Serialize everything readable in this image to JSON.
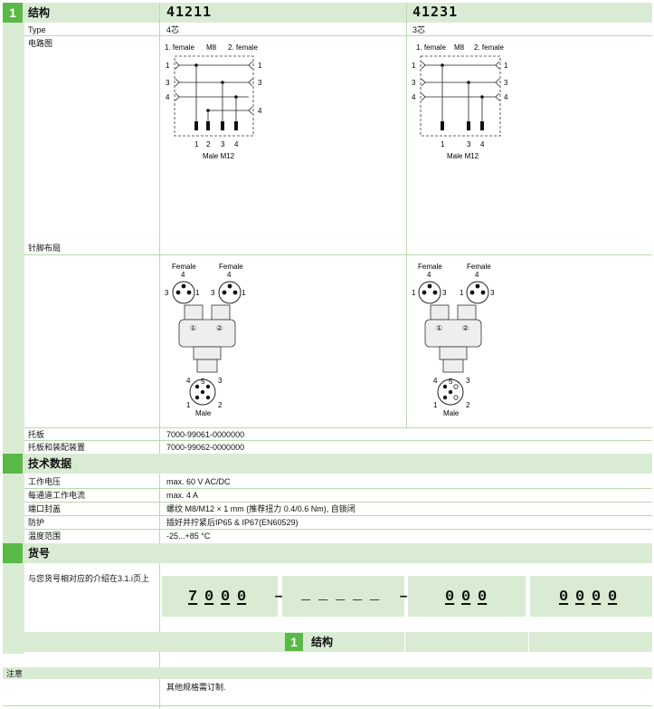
{
  "header": {
    "section_number": "1",
    "section_title": "结构",
    "model_a": "41211",
    "model_b": "41231"
  },
  "rows": {
    "type_label": "Type",
    "type_a": "4芯",
    "type_b": "3芯",
    "circuit_label": "电路图",
    "pin_label": "针脚布局",
    "tray_label": "托板",
    "tray_value": "7000-99061-0000000",
    "tray_assy_label": "托板和装配装置",
    "tray_assy_value": "7000-99062-0000000"
  },
  "circuit_a": {
    "left_head": "1. female",
    "mid_head": "M8",
    "right_head": "2. female",
    "pins_left": [
      "1",
      "3",
      "4"
    ],
    "pins_right": [
      "1",
      "3",
      "4"
    ],
    "pins_bottom": [
      "1",
      "2",
      "3",
      "4"
    ],
    "bottom_label": "Male M12"
  },
  "circuit_b": {
    "left_head": "1. female",
    "mid_head": "M8",
    "right_head": "2. female",
    "pins_left": [
      "1",
      "3",
      "4"
    ],
    "pins_right": [
      "1",
      "3",
      "4"
    ],
    "pins_bottom": [
      "1",
      "3",
      "4"
    ],
    "bottom_label": "Male M12"
  },
  "pinout_a": {
    "female_label": "Female",
    "male_label": "Male",
    "female_pins": [
      "4",
      "3",
      "1"
    ],
    "male_pins": [
      "4",
      "5",
      "3",
      "1",
      "2"
    ],
    "port_marks": [
      "①",
      "②"
    ]
  },
  "pinout_b": {
    "female_label": "Female",
    "male_label": "Male",
    "female_pins": [
      "4",
      "1",
      "3"
    ],
    "male_pins": [
      "4",
      "5",
      "3",
      "1",
      "2"
    ],
    "port_marks": [
      "①",
      "②"
    ]
  },
  "tech": {
    "section_title": "技术数据",
    "rows": [
      {
        "label": "工作电压",
        "value": "max. 60 V AC/DC"
      },
      {
        "label": "每通道工作电流",
        "value": "max. 4 A"
      },
      {
        "label": "端口封盖",
        "value": "螺纹 M8/M12 × 1 mm (推荐扭力 0.4/0.6 Nm), 自锁闭"
      },
      {
        "label": "防护",
        "value": "插好并拧紧后IP65 & IP67(EN60529)"
      },
      {
        "label": "温度范围",
        "value": "-25...+85 °C"
      }
    ]
  },
  "order": {
    "section_title": "货号",
    "note": "与您货号相对应的介绍在3.1.i页上",
    "group1": [
      "7",
      "0",
      "0",
      "0"
    ],
    "dash": "–",
    "group3": [
      "0",
      "0",
      "0"
    ],
    "group4": [
      "0",
      "0",
      "0",
      "0"
    ],
    "blank": "_"
  },
  "footer": {
    "section_number": "1",
    "section_title": "结构",
    "notes_label": "注意",
    "notes_text": "其他规格需订制."
  },
  "colors": {
    "band": "#d9ecd3",
    "accent": "#59b946",
    "rule": "#b9d9b0"
  }
}
